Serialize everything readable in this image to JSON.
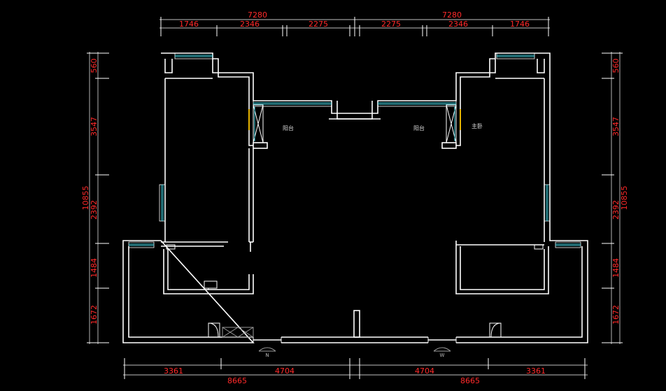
{
  "colors": {
    "background": "#000000",
    "dimension_text": "#ff2a2a",
    "walls": "#ffffff",
    "windows": "#3fd2e0",
    "door_accent": "#e6b400"
  },
  "dimensions": {
    "top_overall": [
      "7280",
      "7280"
    ],
    "top_segments": [
      "1746",
      "2346",
      "2275",
      "2275",
      "2346",
      "1746"
    ],
    "bottom_segments": [
      "3361",
      "4704",
      "4704",
      "3361"
    ],
    "bottom_overall": [
      "8665",
      "8665"
    ],
    "left_overall": "10855",
    "left_segments": [
      "560",
      "3547",
      "2392",
      "1484",
      "1672"
    ],
    "right_overall": "10855",
    "right_segments": [
      "560",
      "3547",
      "2392",
      "1484",
      "1672"
    ]
  },
  "rooms": {
    "balcony_left": "阳台",
    "balcony_right": "阳台",
    "master_bedroom": "主卧"
  },
  "entrances": {
    "left_symbol": "N",
    "right_symbol": "W"
  }
}
